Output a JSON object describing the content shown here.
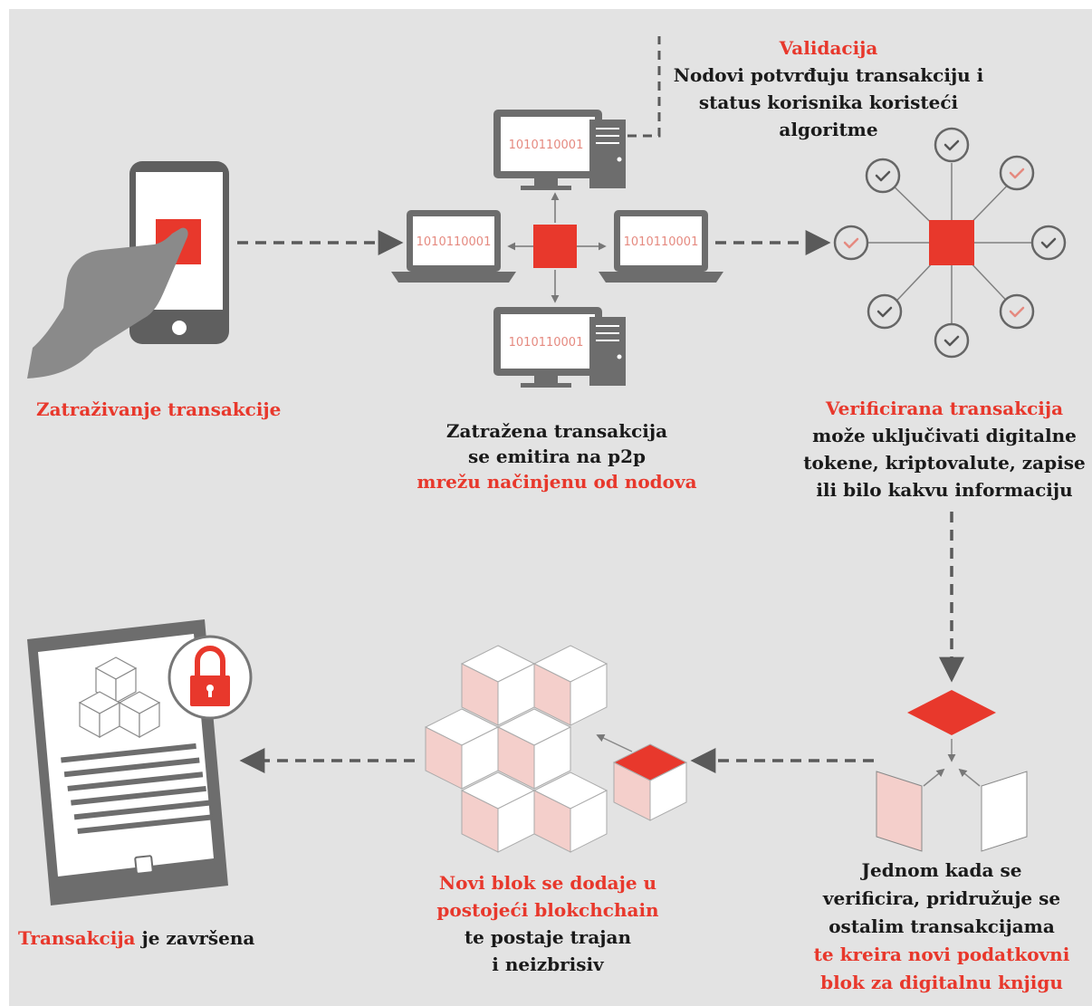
{
  "colors": {
    "background": "#e3e3e3",
    "accent_red": "#e8382c",
    "pink": "#f4cfcb",
    "device_gray": "#6d6d6d",
    "arrow_gray": "#5a5a5a"
  },
  "screens": {
    "top_monitor": "1010110001",
    "left_laptop": "1010110001",
    "right_laptop": "1010110001",
    "bottom_monitor": "1010110001"
  },
  "steps": {
    "request": {
      "title": "Zatraživanje transakcije"
    },
    "broadcast": {
      "line1": "Zatražena transakcija",
      "line2": "se emitira na p2p",
      "line3": "mrežu načinjenu od nodova"
    },
    "validation": {
      "title": "Validacija",
      "line1": "Nodovi potvrđuju transakciju i",
      "line2": "status korisnika koristeći",
      "line3": "algoritme"
    },
    "verified": {
      "title": "Verificirana transakcija",
      "line1": "može uključivati digitalne",
      "line2": "tokene, kriptovalute, zapise",
      "line3": "ili bilo kakvu informaciju"
    },
    "combine": {
      "line1": "Jednom kada se",
      "line2": "verificira, pridružuje se",
      "line3": "ostalim transakcijama",
      "line4": "te kreira novi podatkovni",
      "line5": "blok za digitalnu knjigu"
    },
    "new_block": {
      "line1": "Novi blok se dodaje u",
      "line2": "postojeći blokchchain",
      "line3": "te postaje trajan",
      "line4": "i neizbrisiv"
    },
    "complete": {
      "highlight": "Transakcija",
      "rest": " je završena"
    }
  }
}
